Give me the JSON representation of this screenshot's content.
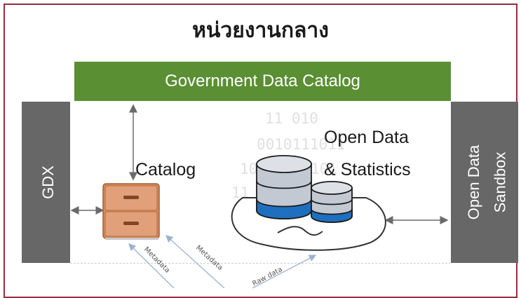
{
  "title": "หน่วยงานกลาง",
  "banner": "Government Data Catalog",
  "left_panel": "GDX",
  "right_panel": {
    "line1": "Open Data",
    "line2": "Sandbox"
  },
  "catalog_label": "Catalog",
  "open_data_label": {
    "line1": "Open Data",
    "line2": "& Statistics"
  },
  "binary_text": [
    "11  010",
    "0010111011",
    "10 1 1  0101",
    "11 1 1  01"
  ],
  "arrow_labels": {
    "metadata1": "Metadata",
    "metadata2": "Metadata",
    "raw": "Raw data"
  },
  "colors": {
    "banner": "#5a8f33",
    "panel": "#676767",
    "border": "#9a2c3a",
    "cabinet": "#d68a5c",
    "db_blue": "#1f6fc0",
    "db_body": "#c3c9d2",
    "arrow": "#9bb3cf"
  }
}
